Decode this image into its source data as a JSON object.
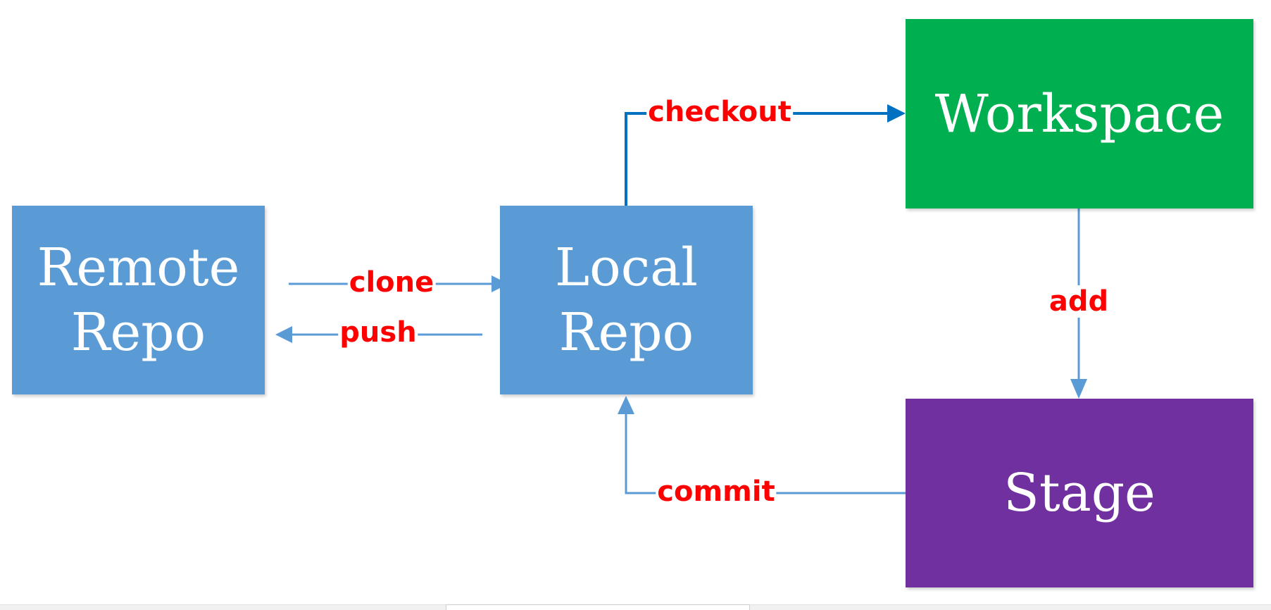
{
  "diagram": {
    "nodes": {
      "remote": {
        "lines": [
          "Remote",
          "Repo"
        ],
        "color": "#5b9bd5"
      },
      "local": {
        "lines": [
          "Local",
          "Repo"
        ],
        "color": "#5b9bd5"
      },
      "workspace": {
        "lines": [
          "Workspace"
        ],
        "color": "#00b050"
      },
      "stage": {
        "lines": [
          "Stage"
        ],
        "color": "#7030a0"
      }
    },
    "edges": {
      "clone": {
        "label": "clone",
        "from": "remote",
        "to": "local",
        "color": "#5b9bd5"
      },
      "push": {
        "label": "push",
        "from": "local",
        "to": "remote",
        "color": "#5b9bd5"
      },
      "checkout": {
        "label": "checkout",
        "from": "local",
        "to": "workspace",
        "color": "#0070c0"
      },
      "add": {
        "label": "add",
        "from": "workspace",
        "to": "stage",
        "color": "#5b9bd5"
      },
      "commit": {
        "label": "commit",
        "from": "stage",
        "to": "local",
        "color": "#5b9bd5"
      }
    },
    "label_color": "#ff0000"
  }
}
